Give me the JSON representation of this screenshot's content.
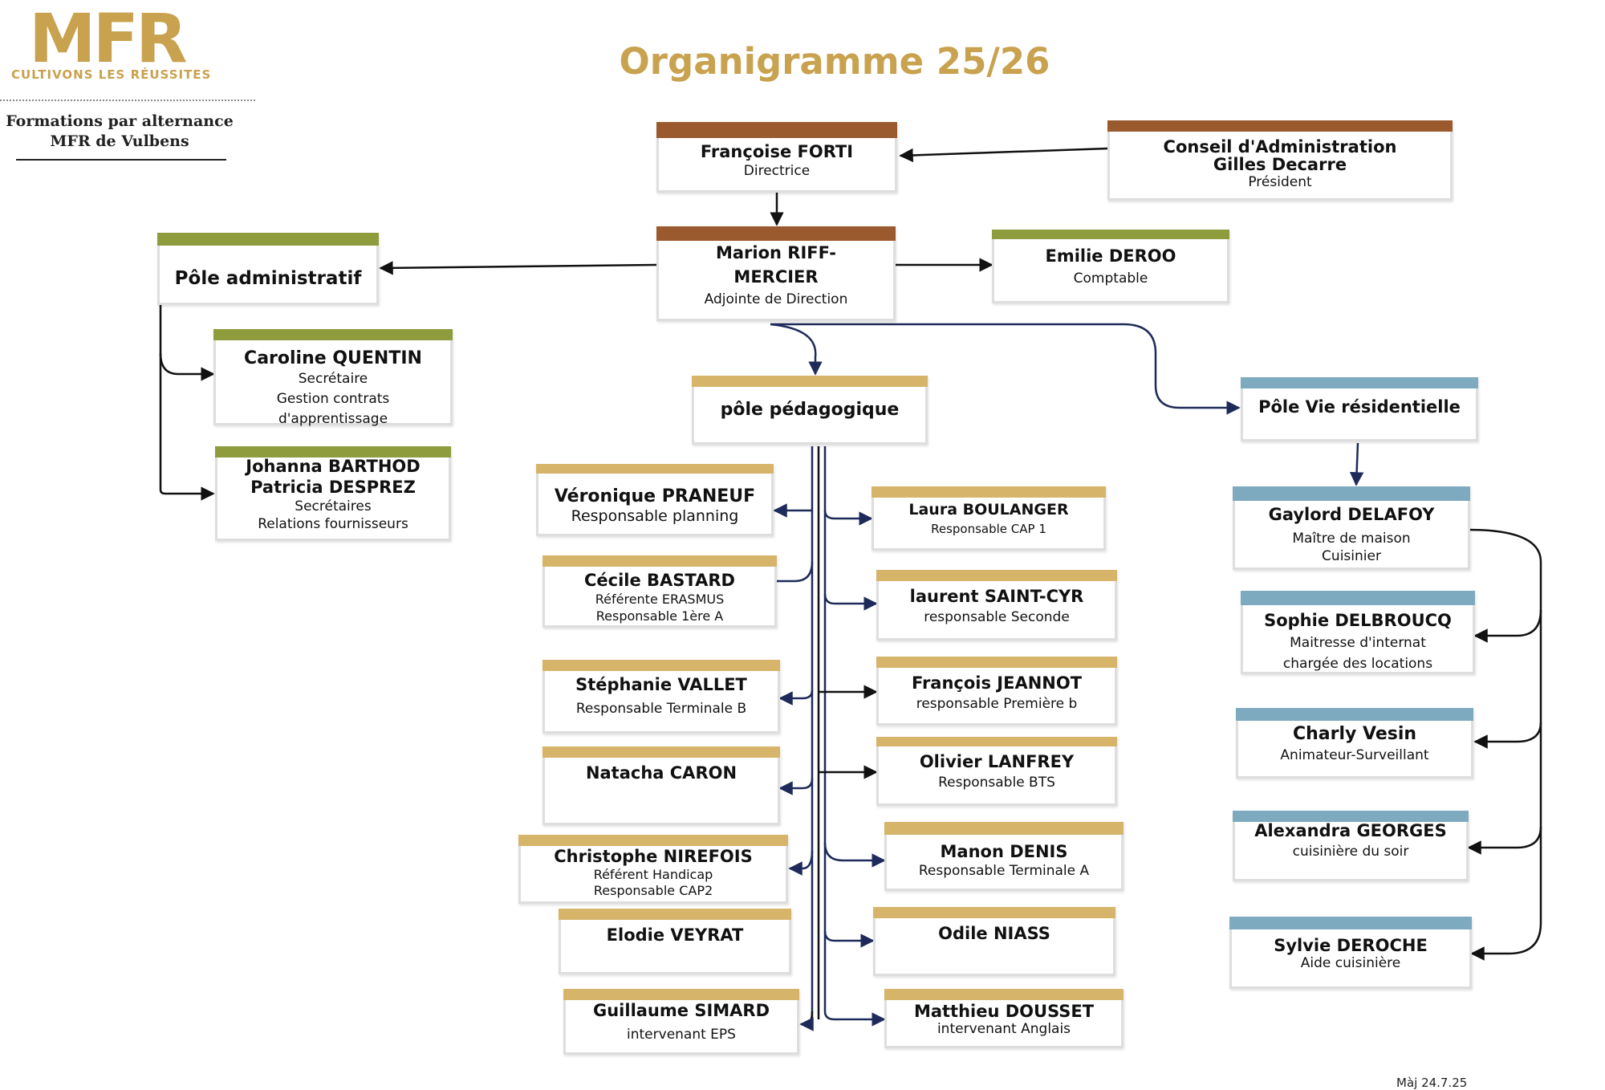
{
  "logo": {
    "mark": "MFR",
    "tagline": "CULTIVONS LES RÉUSSITES"
  },
  "header": {
    "subtitle_line1": "Formations par alternance",
    "subtitle_line2": "MFR de Vulbens",
    "title": "Organigramme 25/26"
  },
  "footer": {
    "update": "Màj 24.7.25"
  },
  "colors": {
    "direction": "#9a5a2e",
    "administratif": "#8f9c3d",
    "pedagogique": "#d6b46a",
    "residentiel": "#7eaac0",
    "title": "#c8a24e",
    "connector": "#1e2a5a"
  },
  "boxes": {
    "forti": {
      "name": "Françoise FORTI",
      "role": "Directrice"
    },
    "conseil": {
      "name1": "Conseil d'Administration",
      "name2": "Gilles Decarre",
      "role": "Président"
    },
    "riff": {
      "name1": "Marion RIFF-",
      "name2": "MERCIER",
      "role": "Adjointe de Direction"
    },
    "deroo": {
      "name": "Emilie DEROO",
      "role": "Comptable"
    },
    "pole_admin": {
      "name": "Pôle administratif"
    },
    "quentin": {
      "name": "Caroline QUENTIN",
      "role1": "Secrétaire",
      "role2": "Gestion contrats",
      "role3": "d'apprentissage"
    },
    "barthod": {
      "name1": "Johanna BARTHOD",
      "name2": "Patricia DESPREZ",
      "role1": "Secrétaires",
      "role2": "Relations fournisseurs"
    },
    "pole_peda": {
      "name": "pôle pédagogique"
    },
    "pole_vie": {
      "name": "Pôle Vie résidentielle"
    },
    "praneuf": {
      "name": "Véronique PRANEUF",
      "role": "Responsable planning"
    },
    "bastard": {
      "name": "Cécile BASTARD",
      "role1": "Référente ERASMUS",
      "role2": "Responsable 1ère A"
    },
    "vallet": {
      "name": "Stéphanie VALLET",
      "role": "Responsable Terminale B"
    },
    "caron": {
      "name": "Natacha CARON"
    },
    "nirefois": {
      "name": "Christophe NIREFOIS",
      "role1": "Référent Handicap",
      "role2": "Responsable CAP2"
    },
    "veyrat": {
      "name": "Elodie VEYRAT"
    },
    "simard": {
      "name": "Guillaume SIMARD",
      "role": "intervenant EPS"
    },
    "boulanger": {
      "name": "Laura BOULANGER",
      "role": "Responsable CAP 1"
    },
    "saintcyr": {
      "name": "laurent SAINT-CYR",
      "role": "responsable Seconde"
    },
    "jeannot": {
      "name": "François JEANNOT",
      "role": "responsable Première b"
    },
    "lanfrey": {
      "name": "Olivier LANFREY",
      "role": "Responsable BTS"
    },
    "denis": {
      "name": "Manon DENIS",
      "role": "Responsable Terminale A"
    },
    "niass": {
      "name": "Odile NIASS"
    },
    "dousset": {
      "name": "Matthieu DOUSSET",
      "role": "intervenant Anglais"
    },
    "delafoy": {
      "name": "Gaylord DELAFOY",
      "role1": "Maître de maison",
      "role2": "Cuisinier"
    },
    "delbroucq": {
      "name": "Sophie DELBROUCQ",
      "role1": "Maitresse d'internat",
      "role2": "chargée des locations"
    },
    "vesin": {
      "name": "Charly Vesin",
      "role": "Animateur-Surveillant"
    },
    "georges": {
      "name": "Alexandra GEORGES",
      "role": "cuisinière du soir"
    },
    "deroche": {
      "name": "Sylvie DEROCHE",
      "role": "Aide cuisinière"
    }
  }
}
